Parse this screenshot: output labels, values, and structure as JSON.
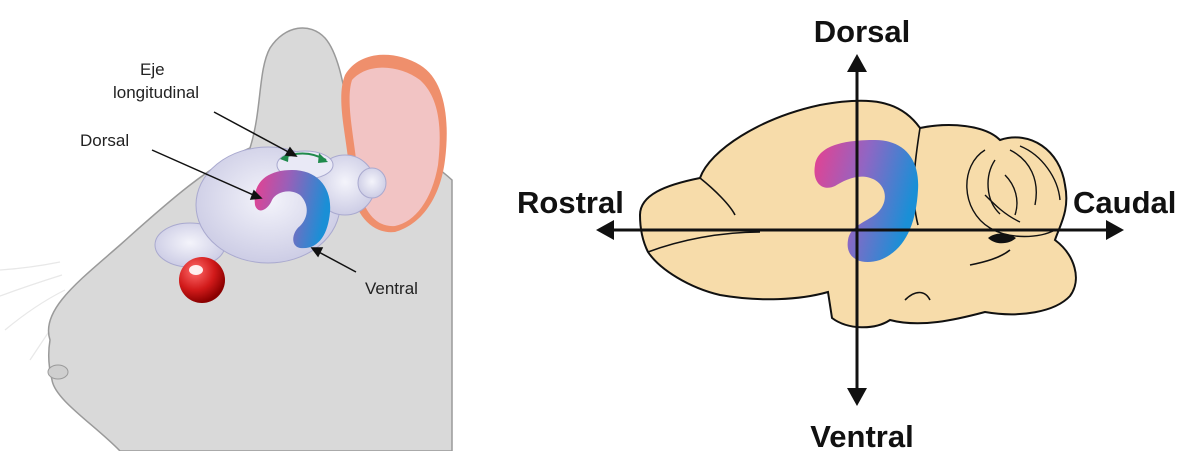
{
  "left_panel": {
    "labels": {
      "axis": [
        "Eje",
        "longitudinal"
      ],
      "dorsal": "Dorsal",
      "ventral": "Ventral"
    }
  },
  "right_panel": {
    "labels": {
      "dorsal": "Dorsal",
      "ventral": "Ventral",
      "rostral": "Rostral",
      "caudal": "Caudal"
    }
  },
  "colors": {
    "rat_head": "#d9d9d9",
    "ear_inner": "#f2c4c4",
    "ear_rim": "#ef8f6c",
    "brain_translucent": "#dcdcf0",
    "eye": "#d11a1a",
    "brain_tissue": "#f7dcaa",
    "gradient_magenta": "#e8408f",
    "gradient_blue": "#1a8fd6",
    "axis_arrow": "#111111",
    "rotation_arrow": "#1f8a4c"
  }
}
